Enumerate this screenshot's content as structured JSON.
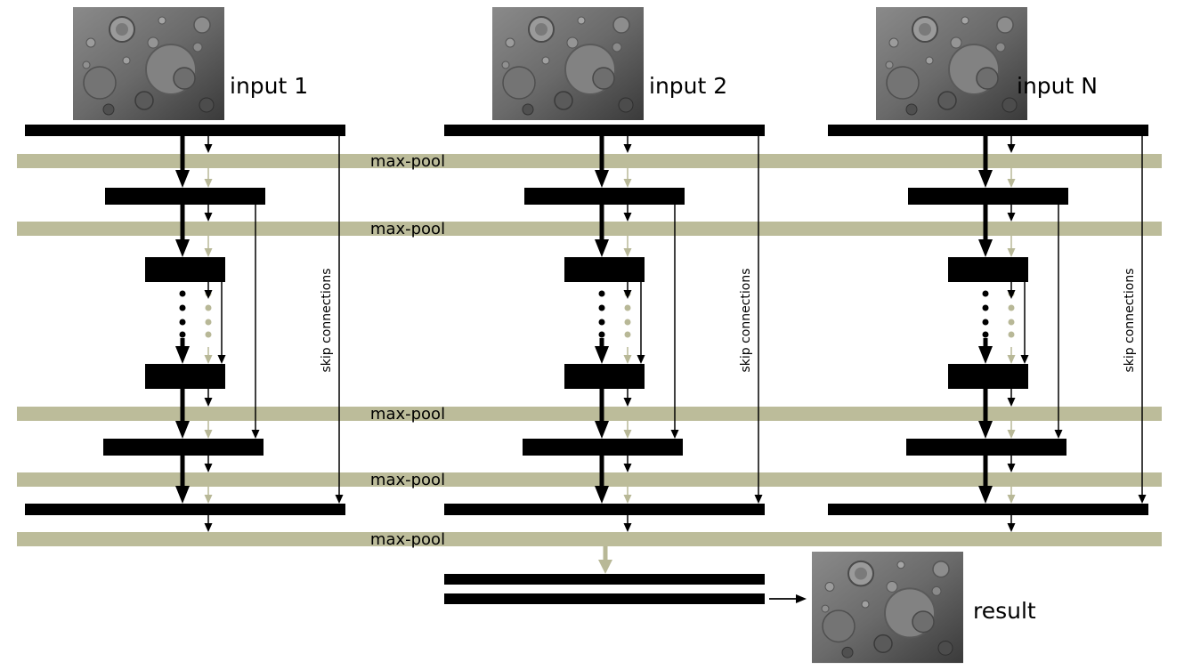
{
  "inputs": [
    {
      "label": "input 1",
      "image": "moon-crater-photo"
    },
    {
      "label": "input 2",
      "image": "moon-crater-photo"
    },
    {
      "label": "input N",
      "image": "moon-crater-photo"
    }
  ],
  "pool_label": "max-pool",
  "skip_label": "skip connections",
  "result_label": "result",
  "colors": {
    "layer": "#000000",
    "pool_band": "#bcbc9a",
    "pool_arrow": "#b8b897",
    "background": "#ffffff"
  }
}
